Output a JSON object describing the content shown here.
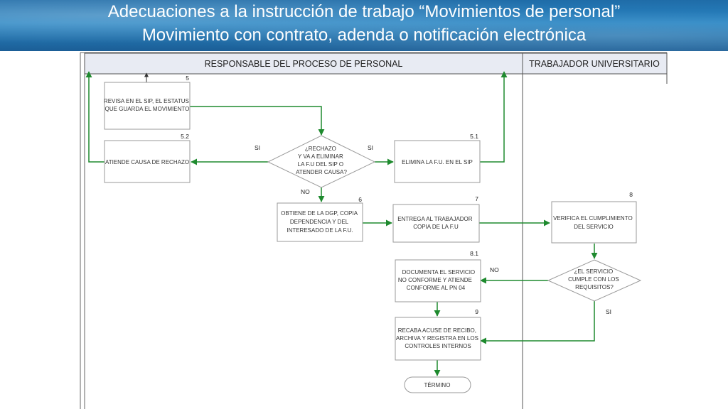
{
  "header": {
    "title_line1": "Adecuaciones a la instrucción de trabajo “Movimientos de personal”",
    "title_line2": "Movimiento con contrato, adenda o notificación electrónica"
  },
  "lanes": {
    "left": "RESPONSABLE DEL PROCESO DE PERSONAL",
    "right": "TRABAJADOR UNIVERSITARIO"
  },
  "nodes": {
    "revisa": {
      "number": "5",
      "lines": [
        "REVISA EN EL SIP, EL ESTATUS",
        "QUE GUARDA EL MOVIMIENTO"
      ]
    },
    "atiende": {
      "number": "5.2",
      "lines": [
        "ATIENDE CAUSA DE RECHAZO"
      ]
    },
    "decision_rechazo": {
      "lines": [
        "¿RECHAZO",
        "Y VA A ELIMINAR",
        "LA F.U DEL SIP O",
        "ATENDER CAUSA?"
      ]
    },
    "elimina": {
      "number": "5.1",
      "lines": [
        "ELIMINA LA F.U. EN EL SIP"
      ]
    },
    "obtiene": {
      "number": "6",
      "lines": [
        "OBTIENE DE LA DGP, COPIA",
        "DEPENDENCIA Y  DEL",
        "INTERESADO DE LA F.U."
      ]
    },
    "entrega": {
      "number": "7",
      "lines": [
        "ENTREGA AL TRABAJADOR",
        "COPIA DE LA F.U"
      ]
    },
    "verifica": {
      "number": "8",
      "lines": [
        "VERIFICA EL CUMPLIMIENTO",
        "DEL SERVICIO"
      ]
    },
    "documenta": {
      "number": "8.1",
      "lines": [
        "DOCUMENTA EL SERVICIO",
        "NO CONFORME Y ATIENDE",
        "CONFORME AL PN 04"
      ]
    },
    "decision_servicio": {
      "lines": [
        "¿EL SERVICIO",
        "CUMPLE CON LOS",
        "REQUISITOS?"
      ]
    },
    "recaba": {
      "number": "9",
      "lines": [
        "RECABA ACUSE DE RECIBO,",
        "ARCHIVA Y REGISTRA EN LOS",
        "CONTROLES INTERNOS"
      ]
    },
    "termino": {
      "lines": [
        "TÉRMINO"
      ]
    }
  },
  "labels": {
    "si_left": "SI",
    "si_right": "SI",
    "no_rechazo": "NO",
    "no_servicio": "NO",
    "si_servicio": "SI"
  },
  "colors": {
    "header_bg": "#2a7fbe",
    "connector": "#1e8a2e",
    "box_border": "#9a9a9a",
    "lane_header_bg": "#e8ebf3"
  }
}
